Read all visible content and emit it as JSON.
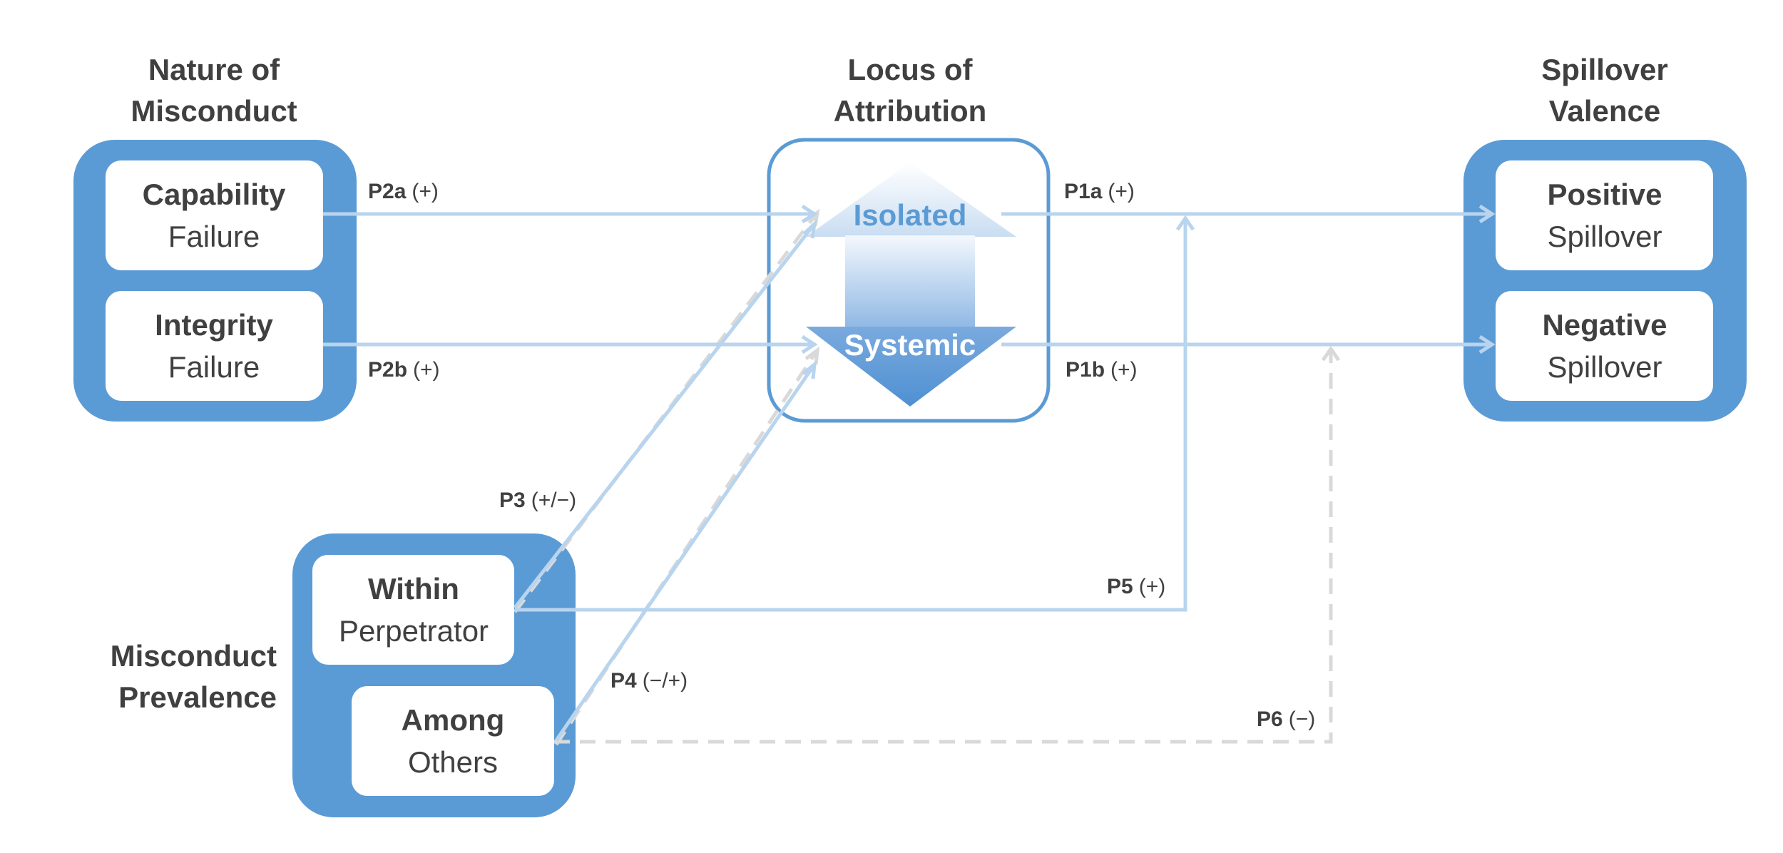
{
  "colors": {
    "group_fill": "#5b9bd5",
    "box_fill": "#ffffff",
    "solid_arrow": "#b8d4ee",
    "dashed_arrow": "#d9d9d9",
    "text": "#404040",
    "isolated_text": "#5b9bd5",
    "systemic_text": "#ffffff"
  },
  "headings": {
    "nature": [
      "Nature of",
      "Misconduct"
    ],
    "locus": [
      "Locus of",
      "Attribution"
    ],
    "spillover": [
      "Spillover",
      "Valence"
    ],
    "prevalence": [
      "Misconduct",
      "Prevalence"
    ]
  },
  "boxes": {
    "capability": {
      "title": "Capability",
      "sub": "Failure"
    },
    "integrity": {
      "title": "Integrity",
      "sub": "Failure"
    },
    "positive": {
      "title": "Positive",
      "sub": "Spillover"
    },
    "negative": {
      "title": "Negative",
      "sub": "Spillover"
    },
    "within": {
      "title": "Within",
      "sub": "Perpetrator"
    },
    "among": {
      "title": "Among",
      "sub": "Others"
    }
  },
  "locus_arrow": {
    "top": "Isolated",
    "bottom": "Systemic",
    "icon": "double-vertical-arrow"
  },
  "propositions": {
    "p2a": {
      "label": "P2a",
      "sign": "(+)"
    },
    "p2b": {
      "label": "P2b",
      "sign": "(+)"
    },
    "p1a": {
      "label": "P1a",
      "sign": "(+)"
    },
    "p1b": {
      "label": "P1b",
      "sign": "(+)"
    },
    "p3": {
      "label": "P3",
      "sign": "(+/−)"
    },
    "p4": {
      "label": "P4",
      "sign": "(−/+)"
    },
    "p5": {
      "label": "P5",
      "sign": "(+)"
    },
    "p6": {
      "label": "P6",
      "sign": "(−)"
    }
  }
}
